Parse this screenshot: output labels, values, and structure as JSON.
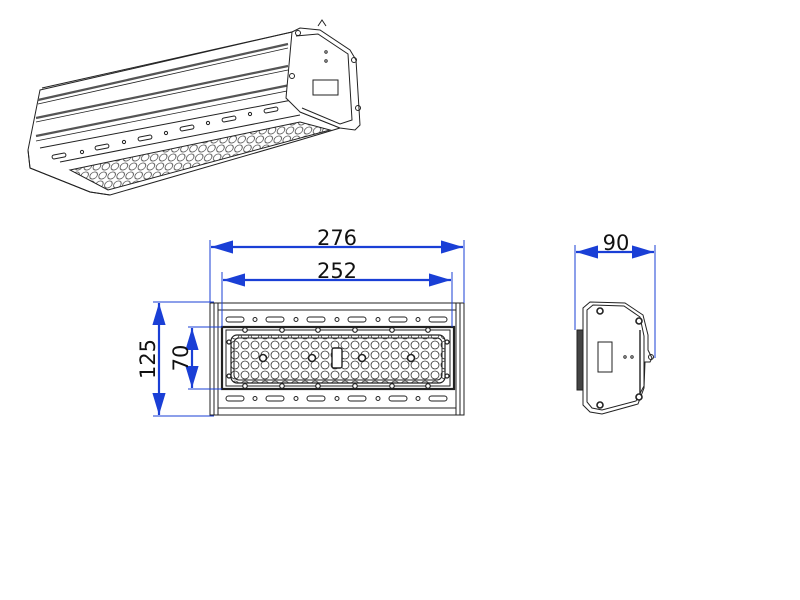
{
  "drawing": {
    "subject": "LED linear high-bay luminaire",
    "views": [
      "isometric-view",
      "front-view",
      "side-view"
    ],
    "units": "mm",
    "colors": {
      "dimension_line": "#1a3fd6",
      "outline": "#222222",
      "background": "#ffffff"
    }
  },
  "dimensions": {
    "overall_length": "276",
    "body_length": "252",
    "overall_height": "125",
    "lens_height": "70",
    "depth": "90"
  }
}
